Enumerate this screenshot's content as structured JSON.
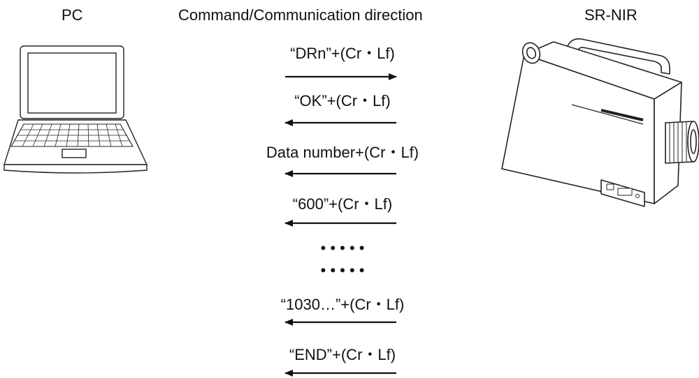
{
  "header": {
    "pc_label": "PC",
    "direction_label": "Command/Communication direction",
    "device_label": "SR-NIR"
  },
  "messages": [
    {
      "text": "“DRn”+(Cr・Lf)",
      "direction": "pc-to-device"
    },
    {
      "text": "“OK”+(Cr・Lf)",
      "direction": "device-to-pc"
    },
    {
      "text": "Data number+(Cr・Lf)",
      "direction": "device-to-pc"
    },
    {
      "text": "“600”+(Cr・Lf)",
      "direction": "device-to-pc"
    },
    {
      "text": "• • • • •",
      "direction": "none"
    },
    {
      "text": "• • • • •",
      "direction": "none"
    },
    {
      "text": "“1030…”+(Cr・Lf)",
      "direction": "device-to-pc"
    },
    {
      "text": "“END”+(Cr・Lf)",
      "direction": "device-to-pc"
    }
  ],
  "device_badge": "SR-NIR",
  "icons": {
    "computer": "laptop-icon",
    "instrument": "spectroradiometer-icon"
  },
  "colors": {
    "ink": "#111111",
    "background": "#ffffff"
  }
}
